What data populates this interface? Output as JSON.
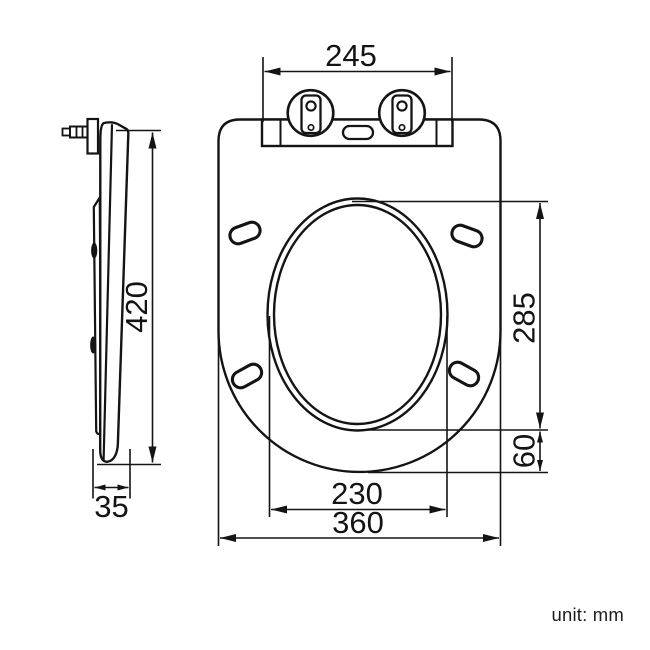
{
  "unit_label": "unit: mm",
  "colors": {
    "line": "#141414",
    "background": "#ffffff"
  },
  "views": {
    "side": {
      "dims": {
        "length": "420",
        "thickness": "35"
      }
    },
    "top": {
      "dims": {
        "hinge_spacing": "245",
        "inner_length": "285",
        "front_rim": "60",
        "inner_width": "230",
        "outer_width": "360"
      }
    }
  }
}
